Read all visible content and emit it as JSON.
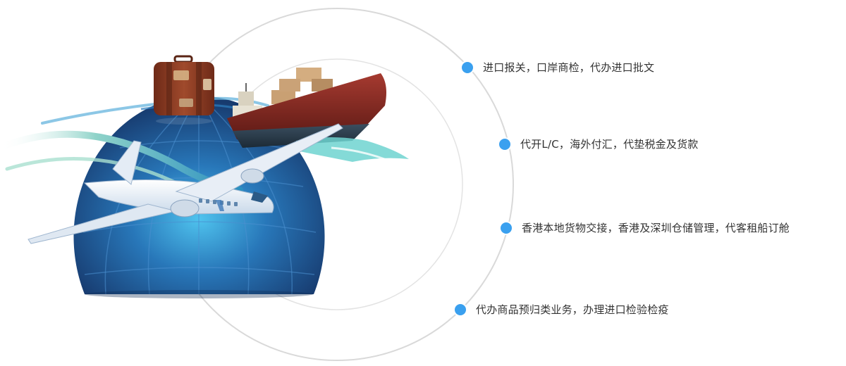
{
  "services": [
    {
      "label": "进口报关，口岸商检，代办进口批文"
    },
    {
      "label": "代开L/C，海外付汇，代垫税金及货款"
    },
    {
      "label": "香港本地货物交接，香港及深圳仓储管理，代客租船订舱"
    },
    {
      "label": "代办商品预归类业务，办理进口检验检疫"
    }
  ],
  "colors": {
    "dot": "#3aa0ef",
    "text": "#333333",
    "ring": "#d9d9d9",
    "globe_dark": "#1b3f7a",
    "globe_light": "#39a6d8",
    "ship_hull": "#8e2a23",
    "suitcase": "#8a3a24"
  },
  "icons": [
    "globe-icon",
    "airplane-icon",
    "cargo-ship-icon",
    "suitcase-icon"
  ]
}
